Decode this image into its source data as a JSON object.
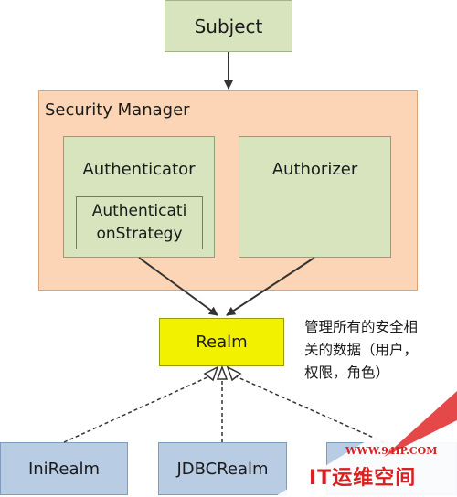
{
  "diagram": {
    "subject": "Subject",
    "security_manager": "Security Manager",
    "authenticator": "Authenticator",
    "authentication_strategy": "Authenticati\nonStrategy",
    "authorizer": "Authorizer",
    "realm": "Realm",
    "realm_note": "管理所有的安全相\n关的数据（用户，\n权限，角色）",
    "implementations": [
      "IniRealm",
      "JDBCRealm",
      ""
    ]
  },
  "watermark": {
    "url": "WWW.94IP.COM",
    "name": "IT运维空间"
  },
  "colors": {
    "component_green": "#d7e4bd",
    "manager_orange": "#fbd5b5",
    "realm_yellow": "#f2f200",
    "realm_impl_blue": "#b8cce4",
    "watermark_red": "#d92020"
  }
}
